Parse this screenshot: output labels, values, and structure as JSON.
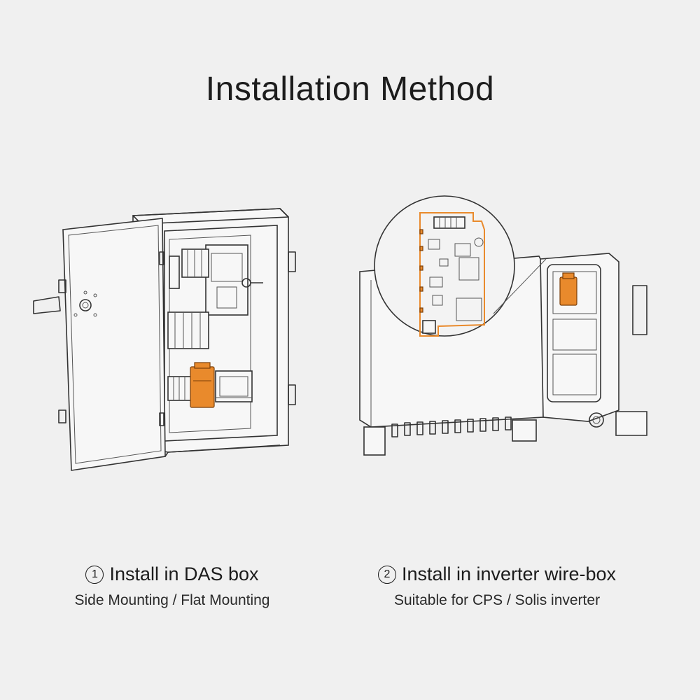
{
  "title": "Installation Method",
  "accent_color": "#e98a2c",
  "methods": [
    {
      "number": "1",
      "title": "Install in DAS box",
      "subtitle": "Side Mounting / Flat Mounting"
    },
    {
      "number": "2",
      "title": "Install in inverter wire-box",
      "subtitle": "Suitable for CPS / Solis inverter"
    }
  ]
}
